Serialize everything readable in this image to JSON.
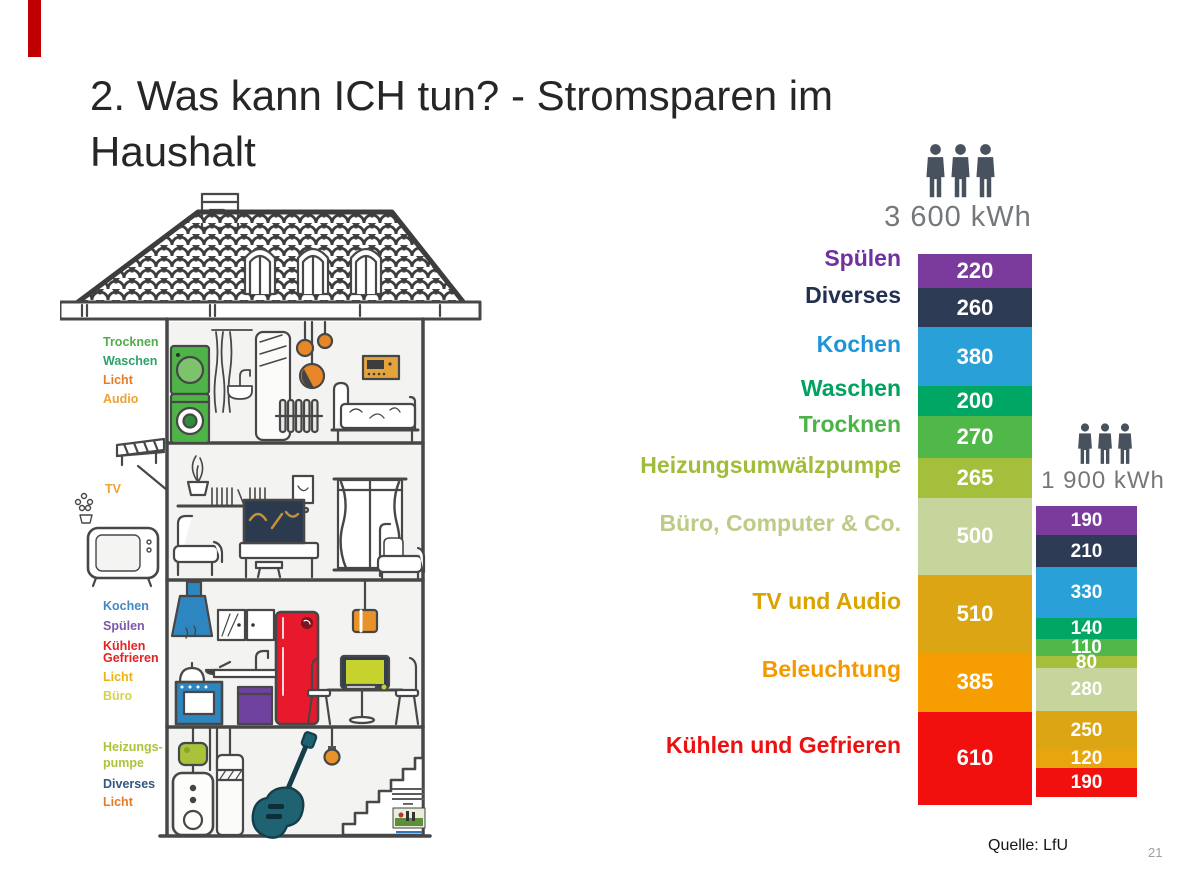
{
  "slide": {
    "title": "2. Was kann ICH tun? - Stromsparen im Haushalt",
    "source": "Quelle: LfU",
    "page_number": "21",
    "accent_color": "#c00000",
    "background": "#ffffff"
  },
  "house": {
    "description": "hand-drawn cutaway house illustration with colored appliances",
    "room_labels": [
      {
        "text": "Trocknen",
        "color": "#4fae4a"
      },
      {
        "text": "Waschen",
        "color": "#2aa26c"
      },
      {
        "text": "Licht",
        "color": "#e87b22"
      },
      {
        "text": "Audio",
        "color": "#f0a232"
      },
      {
        "text": "TV",
        "color": "#f0a232"
      },
      {
        "text": "Kochen",
        "color": "#4287c6"
      },
      {
        "text": "Spülen",
        "color": "#7c58a8"
      },
      {
        "text": "Kühlen",
        "color": "#e42323"
      },
      {
        "text": "Gefrieren",
        "color": "#e42323"
      },
      {
        "text": "Licht",
        "color": "#edb111"
      },
      {
        "text": "Büro",
        "color": "#d3d44e"
      },
      {
        "text": "Heizungs-",
        "color": "#abc43d"
      },
      {
        "text": "pumpe",
        "color": "#abc43d"
      },
      {
        "text": "Diverses",
        "color": "#33587e"
      },
      {
        "text": "Licht",
        "color": "#e87b22"
      }
    ]
  },
  "chart_data": [
    {
      "type": "bar",
      "stacked": true,
      "title": "3 600 kWh",
      "unit": "kWh",
      "total": 3600,
      "icon": "three-person-icons",
      "show_category_labels": true,
      "segments": [
        {
          "category": "Spülen",
          "value": 220,
          "color": "#7b3b9c",
          "label_color": "#7030a0"
        },
        {
          "category": "Diverses",
          "value": 260,
          "color": "#2d3b54",
          "label_color": "#223150"
        },
        {
          "category": "Kochen",
          "value": 380,
          "color": "#2aa0d8",
          "label_color": "#2095d5"
        },
        {
          "category": "Waschen",
          "value": 200,
          "color": "#00a663",
          "label_color": "#00a25e"
        },
        {
          "category": "Trocknen",
          "value": 270,
          "color": "#50b749",
          "label_color": "#4cb347"
        },
        {
          "category": "Heizungsumwälzpumpe",
          "value": 265,
          "color": "#a4bf3c",
          "label_color": "#a0bc38"
        },
        {
          "category": "Büro, Computer & Co.",
          "value": 500,
          "color": "#c5d59b",
          "label_color": "#bccb86"
        },
        {
          "category": "TV und Audio",
          "value": 510,
          "color": "#dba513",
          "label_color": "#d9a300"
        },
        {
          "category": "Beleuchtung",
          "value": 385,
          "color": "#f59d01",
          "label_color": "#f49a00"
        },
        {
          "category": "Kühlen und Gefrieren",
          "value": 610,
          "color": "#f2100e",
          "label_color": "#ec1111"
        }
      ]
    },
    {
      "type": "bar",
      "stacked": true,
      "title": "1 900 kWh",
      "unit": "kWh",
      "total": 1900,
      "icon": "three-person-icons",
      "show_category_labels": false,
      "segments": [
        {
          "category": "Spülen",
          "value": 190,
          "color": "#7b3b9c"
        },
        {
          "category": "Diverses",
          "value": 210,
          "color": "#2d3b54"
        },
        {
          "category": "Kochen",
          "value": 330,
          "color": "#2aa0d8"
        },
        {
          "category": "Waschen",
          "value": 140,
          "color": "#00a663"
        },
        {
          "category": "Trocknen",
          "value": 110,
          "color": "#50b749"
        },
        {
          "category": "Heizungsumwälzpumpe",
          "value": 80,
          "color": "#a4bf3c"
        },
        {
          "category": "Büro, Computer & Co.",
          "value": 280,
          "color": "#c5d59b"
        },
        {
          "category": "TV und Audio",
          "value": 250,
          "color": "#dba513"
        },
        {
          "category": "Beleuchtung",
          "value": 120,
          "color": "#e9a50e"
        },
        {
          "category": "Kühlen und Gefrieren",
          "value": 190,
          "color": "#f2100e"
        }
      ]
    }
  ]
}
